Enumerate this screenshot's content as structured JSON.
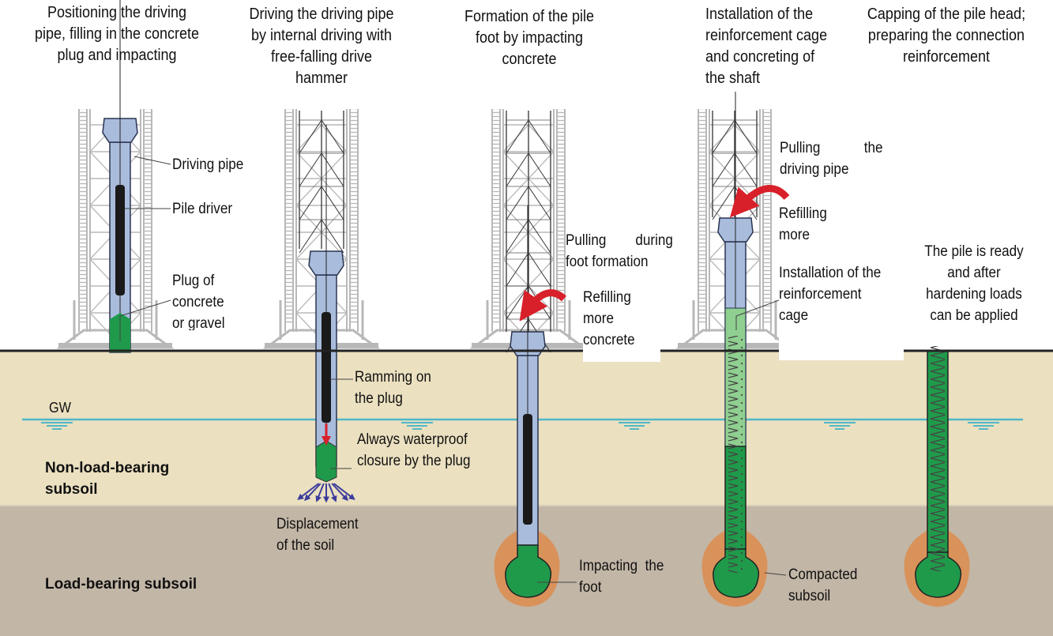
{
  "colors": {
    "non_load_bearing_soil": "#ebe0c0",
    "load_bearing_soil": "#c2b6a6",
    "ground_line": "#222222",
    "groundwater": "#4fb8c8",
    "pipe": "#a9bcdc",
    "pipe_outline": "#2a3550",
    "concrete": "#1f9a4a",
    "concrete_light": "#8fcf90",
    "compacted_soil": "#d9925a",
    "driver": "#1a1a1a",
    "arrow_red": "#d8202a",
    "displacement_arrows": "#3c3c9c",
    "rig": "#b8b8b8"
  },
  "steps": [
    {
      "title": [
        "Positioning the driving",
        "pipe, filling in the concrete",
        "plug and impacting"
      ]
    },
    {
      "title": [
        "Driving the driving pipe",
        "by internal driving with",
        "free-falling drive",
        "hammer"
      ]
    },
    {
      "title": [
        "Formation of the pile",
        "foot by impacting",
        "concrete"
      ]
    },
    {
      "title": [
        "Installation of the",
        "reinforcement cage",
        "and concreting of",
        "the shaft"
      ]
    },
    {
      "title": [
        "Capping of the pile head;",
        "preparing the connection",
        "reinforcement"
      ]
    }
  ],
  "labels": {
    "driving_pipe": "Driving pipe",
    "pile_driver": "Pile driver",
    "plug": [
      "Plug of",
      "concrete",
      "or gravel"
    ],
    "ramming": [
      "Ramming on",
      "the plug"
    ],
    "waterproof": [
      "Always waterproof",
      "closure by the plug"
    ],
    "displacement": [
      "Displacement",
      "of the soil"
    ],
    "pulling_foot": [
      "Pulling",
      "during",
      "foot formation"
    ],
    "refilling_concrete": [
      "Refilling",
      "more",
      "concrete"
    ],
    "impacting_foot": [
      "Impacting  the",
      "foot"
    ],
    "pulling_pipe": [
      "Pulling",
      "the",
      "driving pipe"
    ],
    "refilling_more": [
      "Refilling",
      "more"
    ],
    "installation_cage": [
      "Installation of the",
      "reinforcement",
      "cage"
    ],
    "compacted": [
      "Compacted",
      "subsoil"
    ],
    "ready": [
      "The pile is ready",
      "and after",
      "hardening loads",
      "can be applied"
    ],
    "gw": "GW",
    "non_load_bearing": [
      "Non-load-bearing",
      "subsoil"
    ],
    "load_bearing": "Load-bearing subsoil"
  }
}
